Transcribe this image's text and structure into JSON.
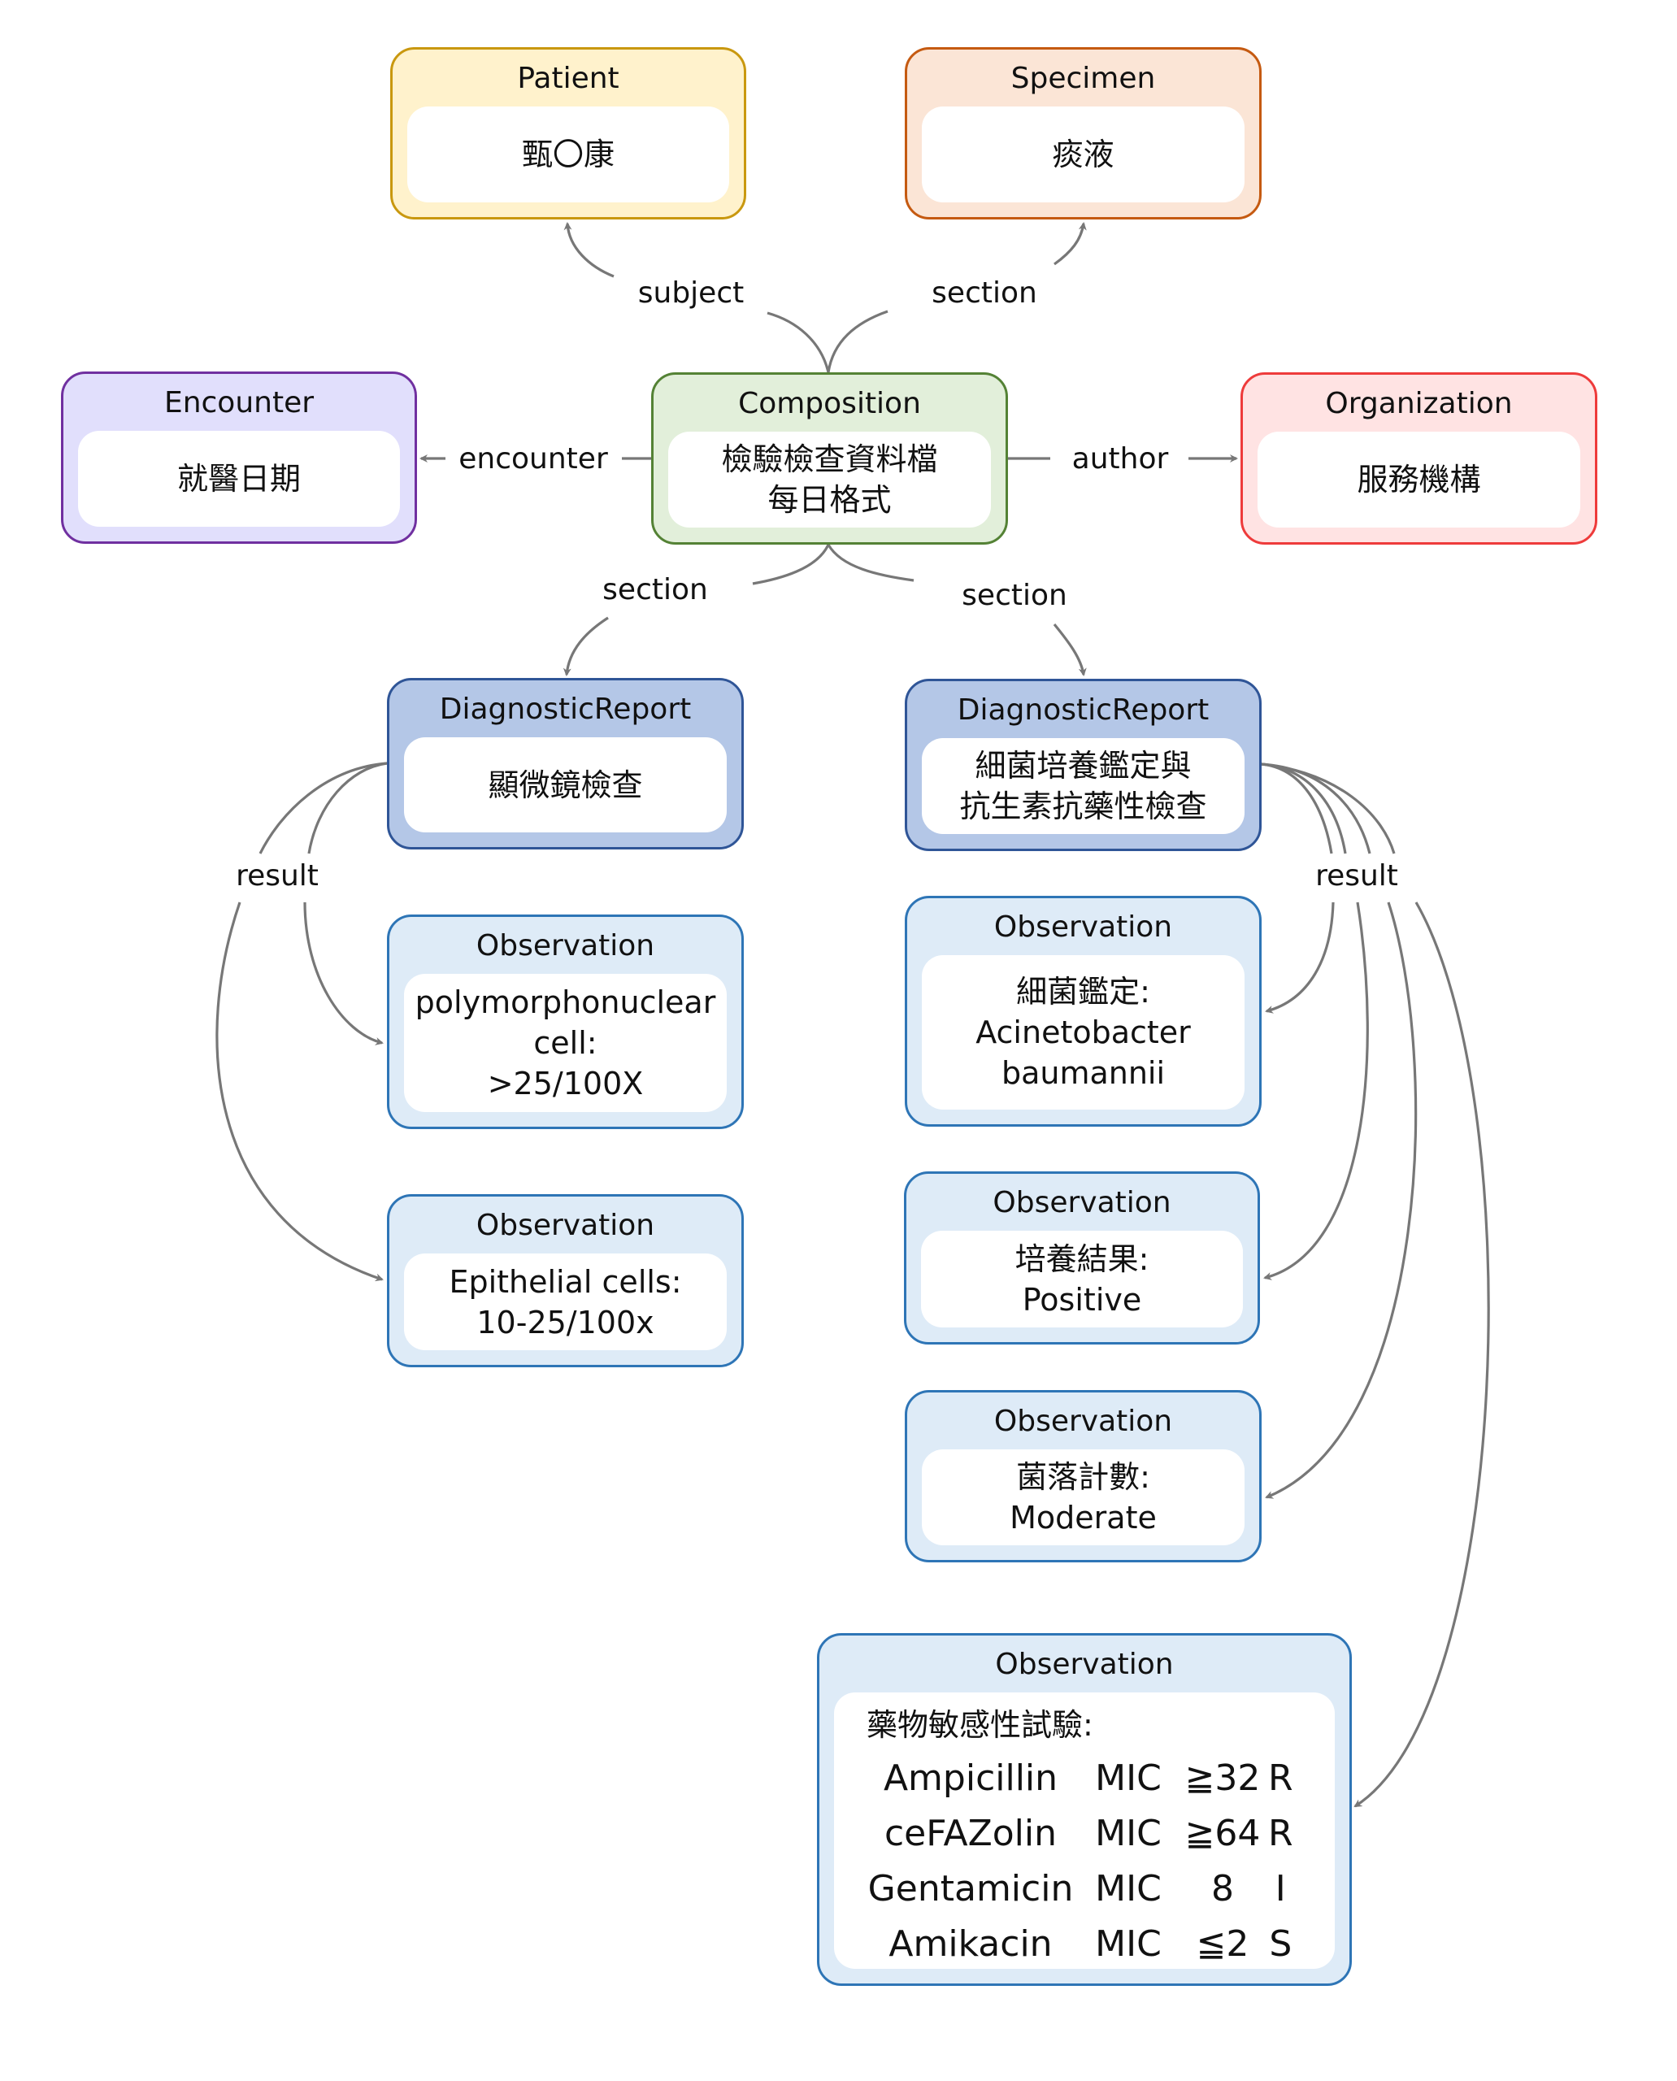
{
  "colors": {
    "edge": "#777777",
    "patient": {
      "fill": "#fff2cc",
      "border": "#c9980f"
    },
    "specimen": {
      "fill": "#fbe5d6",
      "border": "#c55a11"
    },
    "encounter": {
      "fill": "#e1dffc",
      "border": "#7030a0"
    },
    "composition": {
      "fill": "#e2efda",
      "border": "#548235"
    },
    "organization": {
      "fill": "#ffe3e3",
      "border": "#ee3b3b"
    },
    "diagnostic_report": {
      "fill": "#b4c7e7",
      "border": "#2f5597"
    },
    "observation": {
      "fill": "#deebf7",
      "border": "#2e75b6"
    }
  },
  "nodes": {
    "patient": {
      "title": "Patient",
      "lines": [
        "甄〇康"
      ]
    },
    "specimen": {
      "title": "Specimen",
      "lines": [
        "痰液"
      ]
    },
    "encounter": {
      "title": "Encounter",
      "lines": [
        "就醫日期"
      ]
    },
    "composition": {
      "title": "Composition",
      "lines": [
        "檢驗檢查資料檔",
        "每日格式"
      ]
    },
    "organization": {
      "title": "Organization",
      "lines": [
        "服務機構"
      ]
    },
    "report_microscopy": {
      "title": "DiagnosticReport",
      "lines": [
        "顯微鏡檢查"
      ]
    },
    "report_culture": {
      "title": "DiagnosticReport",
      "lines": [
        "細菌培養鑑定與",
        "抗生素抗藥性檢查"
      ]
    },
    "obs_pmn": {
      "title": "Observation",
      "lines": [
        "polymorphonuclear",
        "cell:",
        ">25/100X"
      ]
    },
    "obs_epithelial": {
      "title": "Observation",
      "lines": [
        "Epithelial cells:",
        "10-25/100x"
      ]
    },
    "obs_identification": {
      "title": "Observation",
      "lines": [
        "細菌鑑定:",
        "Acinetobacter",
        "baumannii"
      ]
    },
    "obs_culture_result": {
      "title": "Observation",
      "lines": [
        "培養結果:",
        "Positive"
      ]
    },
    "obs_colony_count": {
      "title": "Observation",
      "lines": [
        "菌落計數:",
        "Moderate"
      ]
    },
    "obs_susceptibility": {
      "title": "Observation",
      "heading": "藥物敏感性試驗:",
      "rows": [
        {
          "drug": "Ampicillin",
          "method": "MIC",
          "value": "≧32",
          "interpretation": "R"
        },
        {
          "drug": "ceFAZolin",
          "method": "MIC",
          "value": "≧64",
          "interpretation": "R"
        },
        {
          "drug": "Gentamicin",
          "method": "MIC",
          "value": "8",
          "interpretation": "I"
        },
        {
          "drug": "Amikacin",
          "method": "MIC",
          "value": "≦2",
          "interpretation": "S"
        }
      ]
    }
  },
  "edges": {
    "subject": "subject",
    "section_specimen": "section",
    "encounter": "encounter",
    "author": "author",
    "section_left": "section",
    "section_right": "section",
    "result_left": "result",
    "result_right": "result"
  }
}
